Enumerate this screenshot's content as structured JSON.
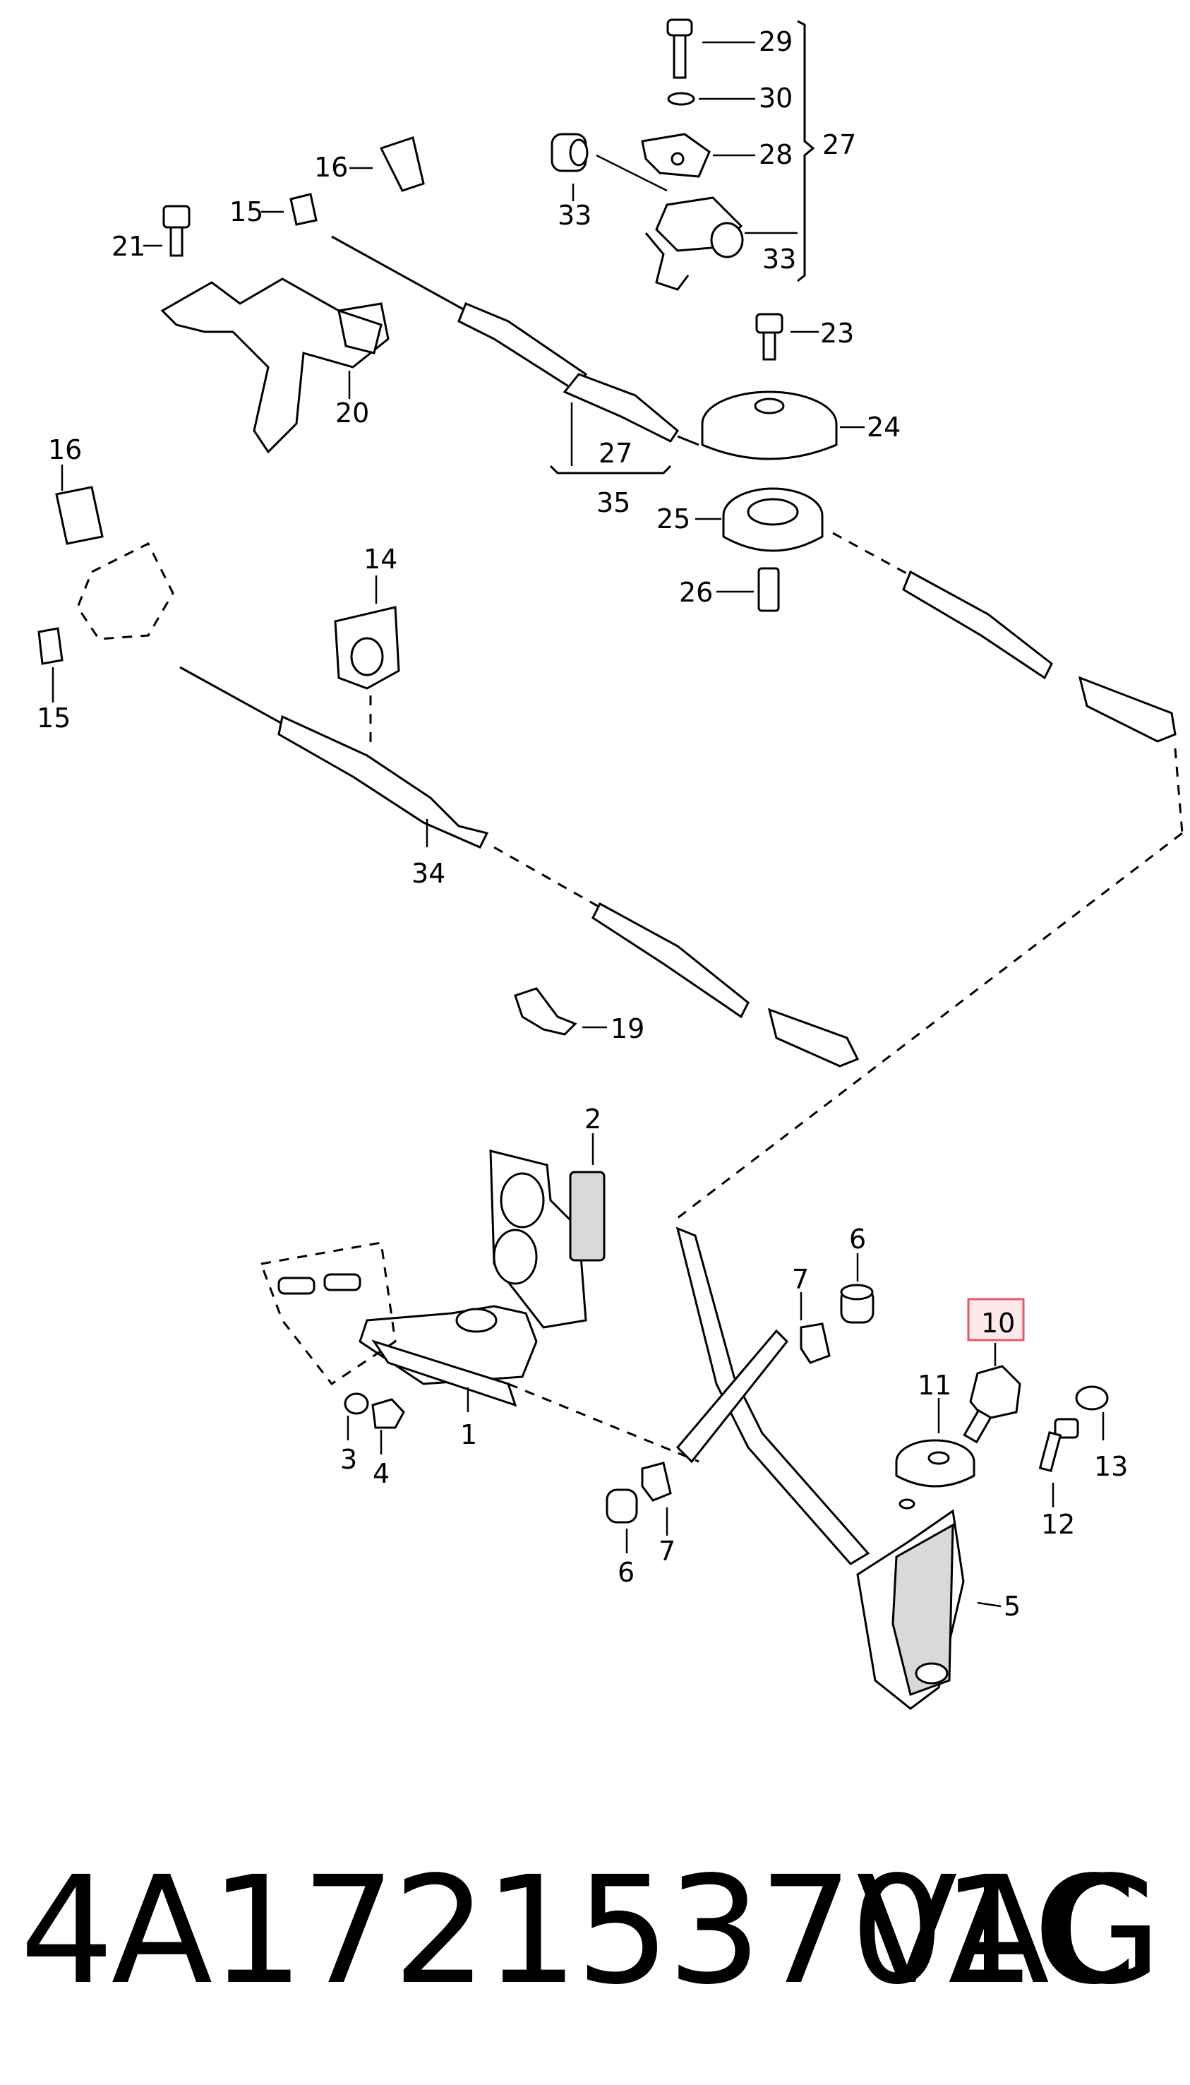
{
  "diagram": {
    "callouts": {
      "c29": "29",
      "c30": "30",
      "c28": "28",
      "c27a": "27",
      "c33a": "33",
      "c33b": "33",
      "c16a": "16",
      "c15a": "15",
      "c21": "21",
      "c20": "20",
      "c23": "23",
      "c24": "24",
      "c27b": "27",
      "c35": "35",
      "c25": "25",
      "c26": "26",
      "c16b": "16",
      "c14": "14",
      "c15b": "15",
      "c34": "34",
      "c19": "19",
      "c2": "2",
      "c1": "1",
      "c3": "3",
      "c4": "4",
      "c6a": "6",
      "c7a": "7",
      "c10": "10",
      "c11": "11",
      "c13": "13",
      "c12": "12",
      "c6b": "6",
      "c7b": "7",
      "c5": "5"
    },
    "highlight_color": "#e05a6a"
  },
  "footer": {
    "part_number": "4A172153701C",
    "brand": "VAG"
  }
}
